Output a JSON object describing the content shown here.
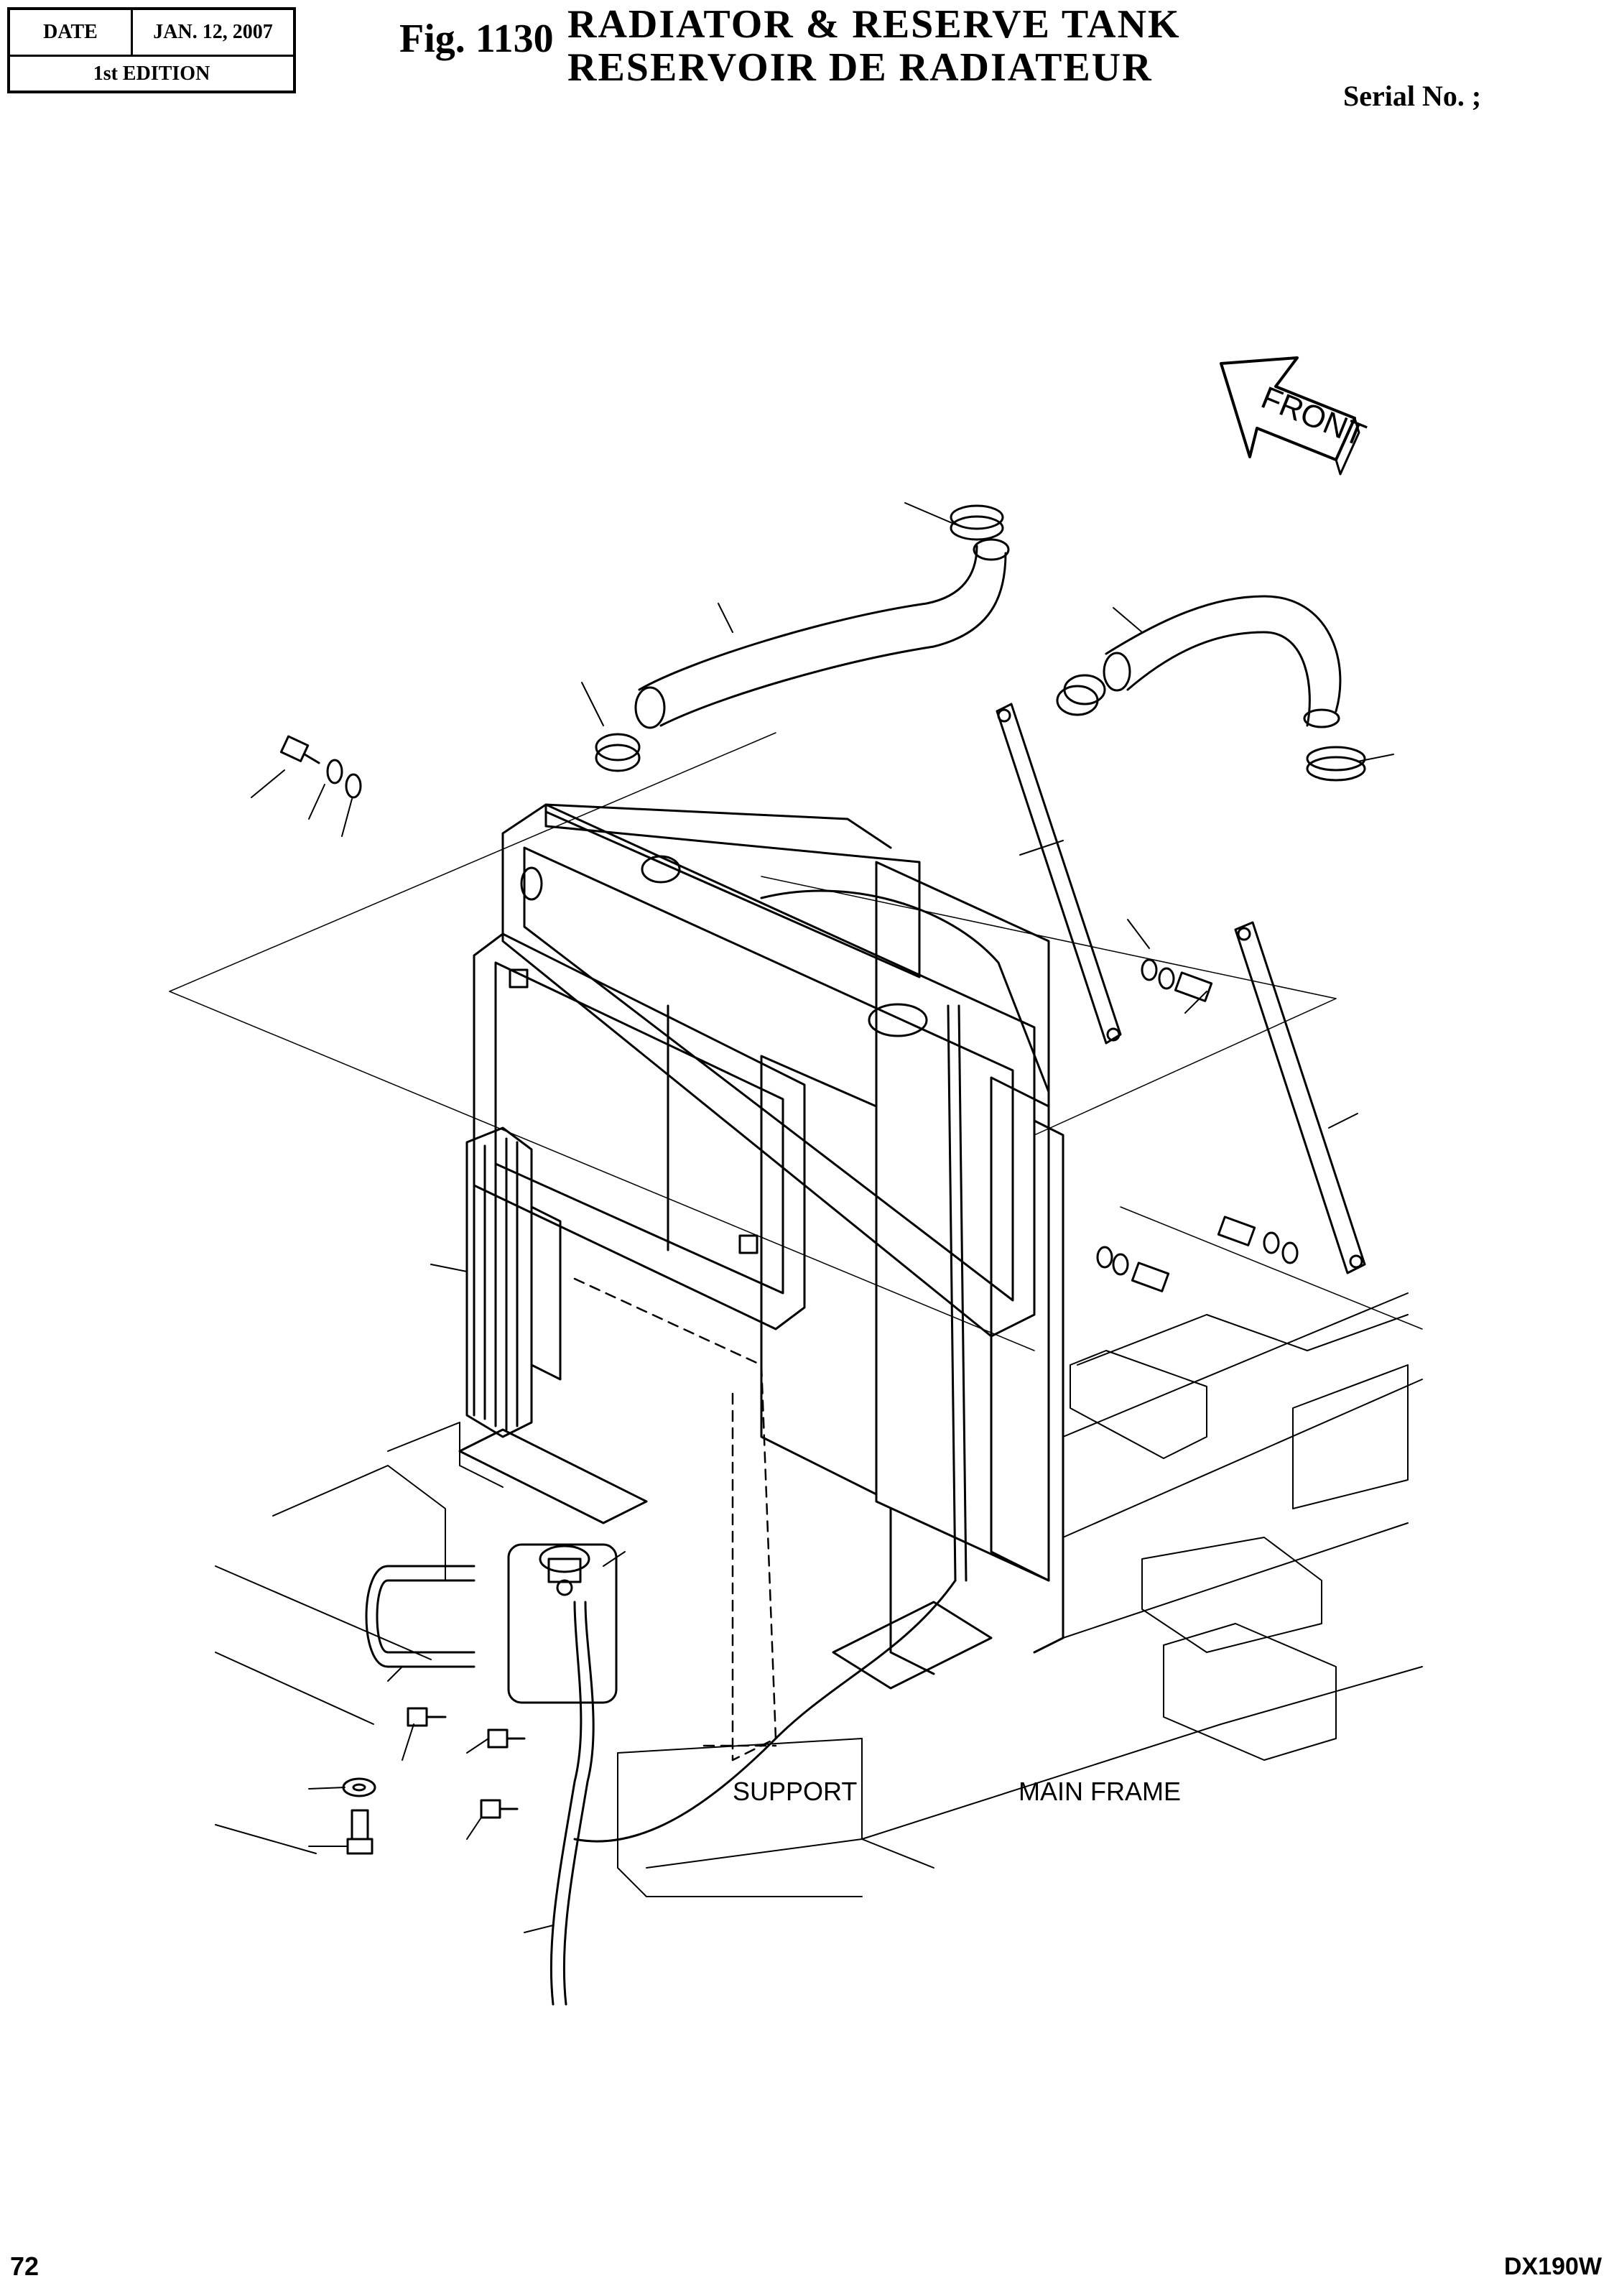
{
  "header": {
    "date_label": "DATE",
    "date_value": "JAN. 12, 2007",
    "edition": "1st EDITION",
    "fig_number": "Fig. 1130",
    "title_en": "RADIATOR & RESERVE TANK",
    "title_fr": "RESERVOIR DE RADIATEUR",
    "serial": "Serial No. ;"
  },
  "diagram": {
    "front_label": "FRONT",
    "support_label": "SUPPORT",
    "main_frame_label": "MAIN FRAME"
  },
  "footer": {
    "page_number": "72",
    "model": "DX190W"
  }
}
